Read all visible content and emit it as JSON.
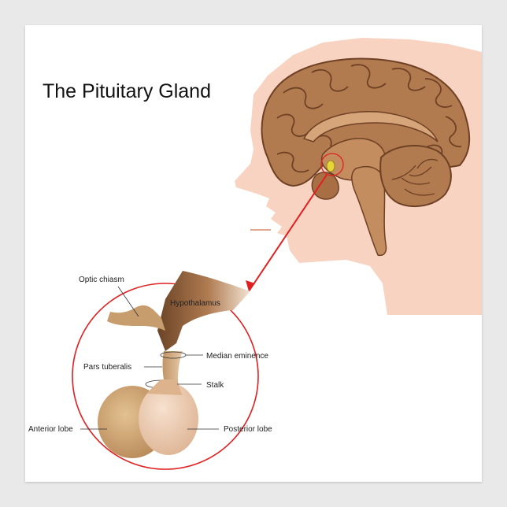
{
  "title": "The Pituitary Gland",
  "labels": {
    "optic_chiasm": "Optic chiasm",
    "hypothalamus": "Hypothalamus",
    "median_eminence": "Median eminence",
    "pars_tuberalis": "Pars tuberalis",
    "stalk": "Stalk",
    "anterior_lobe": "Anterior lobe",
    "posterior_lobe": "Posterior lobe"
  },
  "colors": {
    "skin": "#f9d3c2",
    "brain": "#b27a4f",
    "brain_dark": "#6e4125",
    "gland_anterior": "#cfa77a",
    "gland_posterior": "#eecdb3",
    "gland_highlight": "#e6d63a",
    "pointer": "#e02020"
  }
}
